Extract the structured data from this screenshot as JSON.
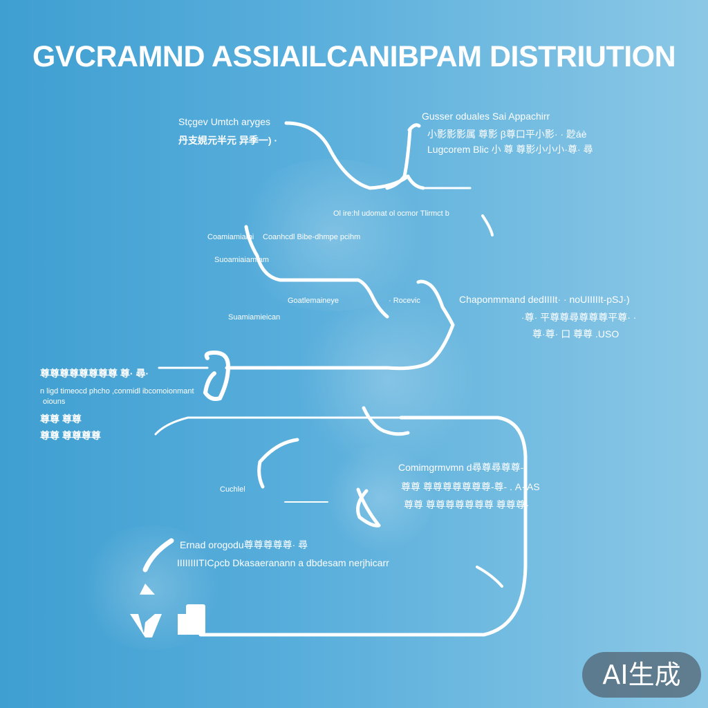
{
  "title": "GVCRAMND ASSIAILCANIBPAM DISTRIUTION",
  "labels": {
    "top_left_1": "Stçgev Umtch aryges",
    "top_left_2": "丹支娊元半元 异季一) ·",
    "top_right_1": "Gusser oduales Sai  Appachirr",
    "top_right_2": "小影影影属 尊影 β尊口平小影· · 尟áè",
    "top_right_3": "Lugcorem Blic 小 尊 尊影小小小·尊· 尋",
    "mid_center": "Ol ire:hl udomat  ol ocmor Tlirmct b",
    "left_a_1": "Coamiamiami",
    "left_a_2": "Coanhcdl Bibe-dhmpe pcihm",
    "left_a_3": "Suoamiaiamiam",
    "center_1": "Goatlemaineye",
    "center_2": "Suamiamieican",
    "center_3": "· Rocevic",
    "right_mid_1": "Chaponmmand dedIIIIt· · noUIIIIIt-pSJ·)",
    "right_mid_2": "·尊· 平尊尊尋尊尊尊平尊· ·",
    "right_mid_3": "尊·尊· 口 尊尊 .USO",
    "left_b_1": "尊尊尊尊尊尊尊尊 尊· 尋·",
    "left_b_2": "n ligd timeocd phcho ,conmidl ibcomoionmant",
    "left_b_3": "oiouns",
    "left_b_4": "尊尊 尊尊",
    "left_b_5": "尊尊 尊尊尊尊",
    "lower_right_1": "Comimgrmvmn d尋尊尋尊尊-",
    "lower_right_2": "尊尊 尊尊尊尊尊尊尊-尊- . A· AS",
    "lower_right_3": "尊尊 尊尊尊尊尊尊尊 尊尊尊-",
    "lower_left_small": "Cuchlel",
    "bottom_1": "Ernad orogodu尊尊尊尊尊· 尋",
    "bottom_2": "IIIIIIIITICρcb Dkasaeranann a dbdesam nerjhicarr"
  },
  "badge": "AI生成",
  "colors": {
    "background_left": "#3f9fd1",
    "background_right": "#8cc8e6",
    "line": "#ffffff",
    "text": "#ffffff",
    "badge": "#505f6e"
  }
}
